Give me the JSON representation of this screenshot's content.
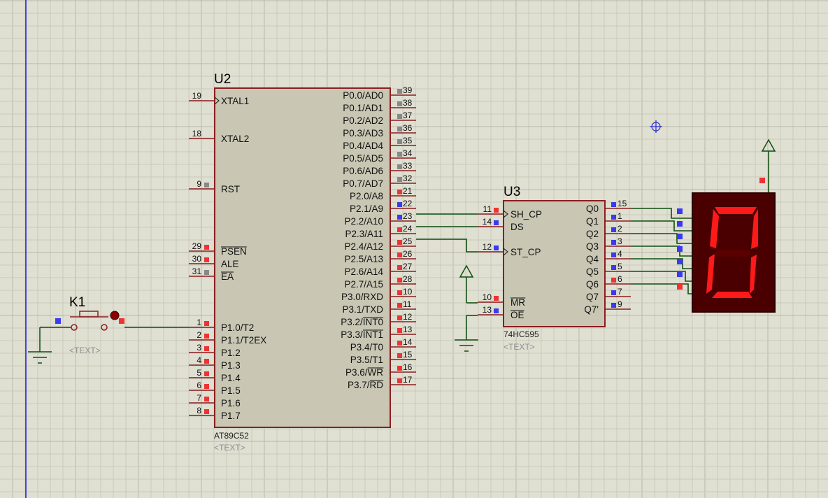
{
  "colors": {
    "background": "#dfdfd2",
    "grid_minor": "#c9c9bc",
    "grid_major": "#b8b8aa",
    "chip_fill": "#c9c7b4",
    "chip_border": "#8a1f1f",
    "wire": "#0f4f0f",
    "pin_high": "#ee3333",
    "pin_low": "#3a3af0",
    "pin_float": "#888888",
    "seg_on": "#ff1a1a",
    "seg_off": "#5a0000",
    "placeholder_text": "#8f8f8f",
    "left_rail": "#1a1acc"
  },
  "u2": {
    "ref": "U2",
    "part": "AT89C52",
    "placeholder": "<TEXT>",
    "left_pins": [
      {
        "num": "19",
        "name": "XTAL1"
      },
      {
        "num": "18",
        "name": "XTAL2"
      },
      {
        "num": "9",
        "name": "RST"
      },
      {
        "num": "29",
        "name": "PSEN"
      },
      {
        "num": "30",
        "name": "ALE"
      },
      {
        "num": "31",
        "name": "EA"
      },
      {
        "num": "1",
        "name": "P1.0/T2"
      },
      {
        "num": "2",
        "name": "P1.1/T2EX"
      },
      {
        "num": "3",
        "name": "P1.2"
      },
      {
        "num": "4",
        "name": "P1.3"
      },
      {
        "num": "5",
        "name": "P1.4"
      },
      {
        "num": "6",
        "name": "P1.5"
      },
      {
        "num": "7",
        "name": "P1.6"
      },
      {
        "num": "8",
        "name": "P1.7"
      }
    ],
    "right_pins": [
      {
        "num": "39",
        "name": "P0.0/AD0"
      },
      {
        "num": "38",
        "name": "P0.1/AD1"
      },
      {
        "num": "37",
        "name": "P0.2/AD2"
      },
      {
        "num": "36",
        "name": "P0.3/AD3"
      },
      {
        "num": "35",
        "name": "P0.4/AD4"
      },
      {
        "num": "34",
        "name": "P0.5/AD5"
      },
      {
        "num": "33",
        "name": "P0.6/AD6"
      },
      {
        "num": "32",
        "name": "P0.7/AD7"
      },
      {
        "num": "21",
        "name": "P2.0/A8"
      },
      {
        "num": "22",
        "name": "P2.1/A9"
      },
      {
        "num": "23",
        "name": "P2.2/A10"
      },
      {
        "num": "24",
        "name": "P2.3/A11"
      },
      {
        "num": "25",
        "name": "P2.4/A12"
      },
      {
        "num": "26",
        "name": "P2.5/A13"
      },
      {
        "num": "27",
        "name": "P2.6/A14"
      },
      {
        "num": "28",
        "name": "P2.7/A15"
      },
      {
        "num": "10",
        "name": "P3.0/RXD"
      },
      {
        "num": "11",
        "name": "P3.1/TXD"
      },
      {
        "num": "12",
        "name": "P3.2/INT0"
      },
      {
        "num": "13",
        "name": "P3.3/INT1"
      },
      {
        "num": "14",
        "name": "P3.4/T0"
      },
      {
        "num": "15",
        "name": "P3.5/T1"
      },
      {
        "num": "16",
        "name": "P3.6/WR"
      },
      {
        "num": "17",
        "name": "P3.7/RD"
      }
    ]
  },
  "u3": {
    "ref": "U3",
    "part": "74HC595",
    "placeholder": "<TEXT>",
    "left_pins": [
      {
        "num": "11",
        "name": "SH_CP"
      },
      {
        "num": "14",
        "name": "DS"
      },
      {
        "num": "12",
        "name": "ST_CP"
      },
      {
        "num": "10",
        "name": "MR"
      },
      {
        "num": "13",
        "name": "OE"
      }
    ],
    "right_pins": [
      {
        "num": "15",
        "name": "Q0"
      },
      {
        "num": "1",
        "name": "Q1"
      },
      {
        "num": "2",
        "name": "Q2"
      },
      {
        "num": "3",
        "name": "Q3"
      },
      {
        "num": "4",
        "name": "Q4"
      },
      {
        "num": "5",
        "name": "Q5"
      },
      {
        "num": "6",
        "name": "Q6"
      },
      {
        "num": "7",
        "name": "Q7"
      },
      {
        "num": "9",
        "name": "Q7'"
      }
    ]
  },
  "k1": {
    "ref": "K1",
    "placeholder": "<TEXT>"
  },
  "display": {
    "digit": "0"
  }
}
